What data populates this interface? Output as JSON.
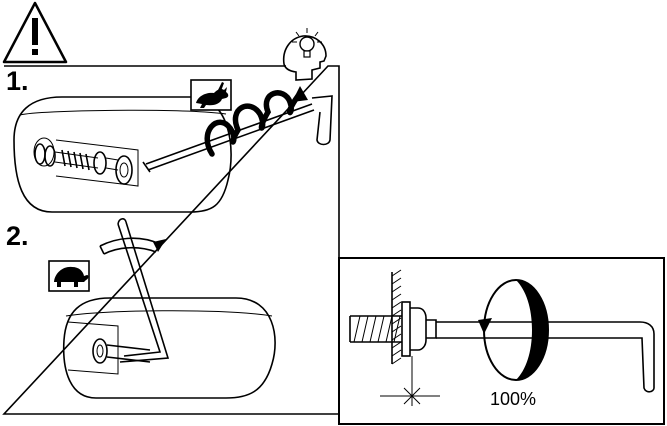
{
  "steps": [
    {
      "number": "1.",
      "speed_icon": "hare-icon"
    },
    {
      "number": "2.",
      "speed_icon": "tortoise-icon"
    }
  ],
  "header_icons": [
    "warning-triangle-icon",
    "lightbulb-head-icon"
  ],
  "detail": {
    "percent_label": "100%"
  }
}
